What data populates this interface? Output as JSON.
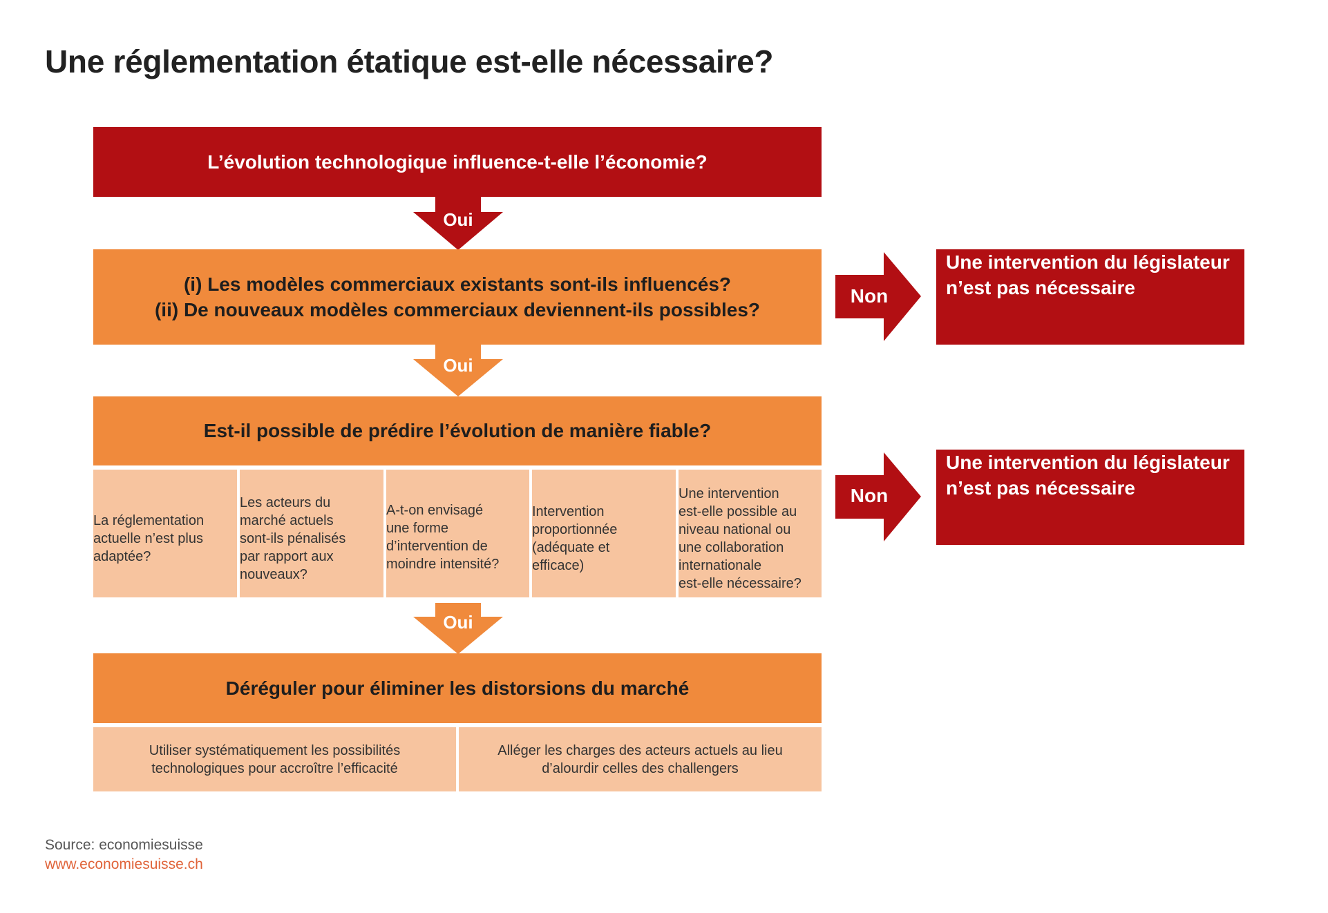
{
  "title": "Une réglementation étatique est-elle nécessaire?",
  "steps": {
    "q1": "L’évolution technologique influence-t-elle l’économie?",
    "q2_line1": "(i) Les modèles commerciaux existants sont-ils influencés?",
    "q2_line2": "(ii) De nouveaux modèles commerciaux deviennent-ils possibles?",
    "q3": "Est-il possible de prédire l’évolution de manière fiable?",
    "q4": "Déréguler pour éliminer les distorsions du marché"
  },
  "criteria": [
    [
      "La réglementation",
      "actuelle n’est plus",
      "adaptée?"
    ],
    [
      "Les acteurs du",
      "marché actuels",
      "sont-ils pénalisés",
      "par rapport aux",
      "nouveaux?"
    ],
    [
      "A-t-on envisagé",
      "une forme",
      "d’intervention de",
      "moindre intensité?"
    ],
    [
      "Intervention",
      "proportionnée",
      "(adéquate et",
      "efficace)"
    ],
    [
      "Une intervention",
      "est-elle possible au",
      "niveau national ou",
      "une collaboration",
      "internationale",
      "est-elle nécessaire?"
    ]
  ],
  "actions": [
    [
      "Utiliser systématiquement les possibilités",
      "technologiques pour accroître l’efficacité"
    ],
    [
      "Alléger les charges des acteurs actuels au lieu",
      "d’alourdir celles des challengers"
    ]
  ],
  "yes_label": "Oui",
  "no_label": "Non",
  "result_line1": "Une intervention du législateur",
  "result_line2": "n’est pas nécessaire",
  "source": "Source: economiesuisse",
  "website": "www.economiesuisse.ch",
  "colors": {
    "red": "#b20f13",
    "orange": "#f08a3c",
    "light_orange": "#f7c49f"
  }
}
